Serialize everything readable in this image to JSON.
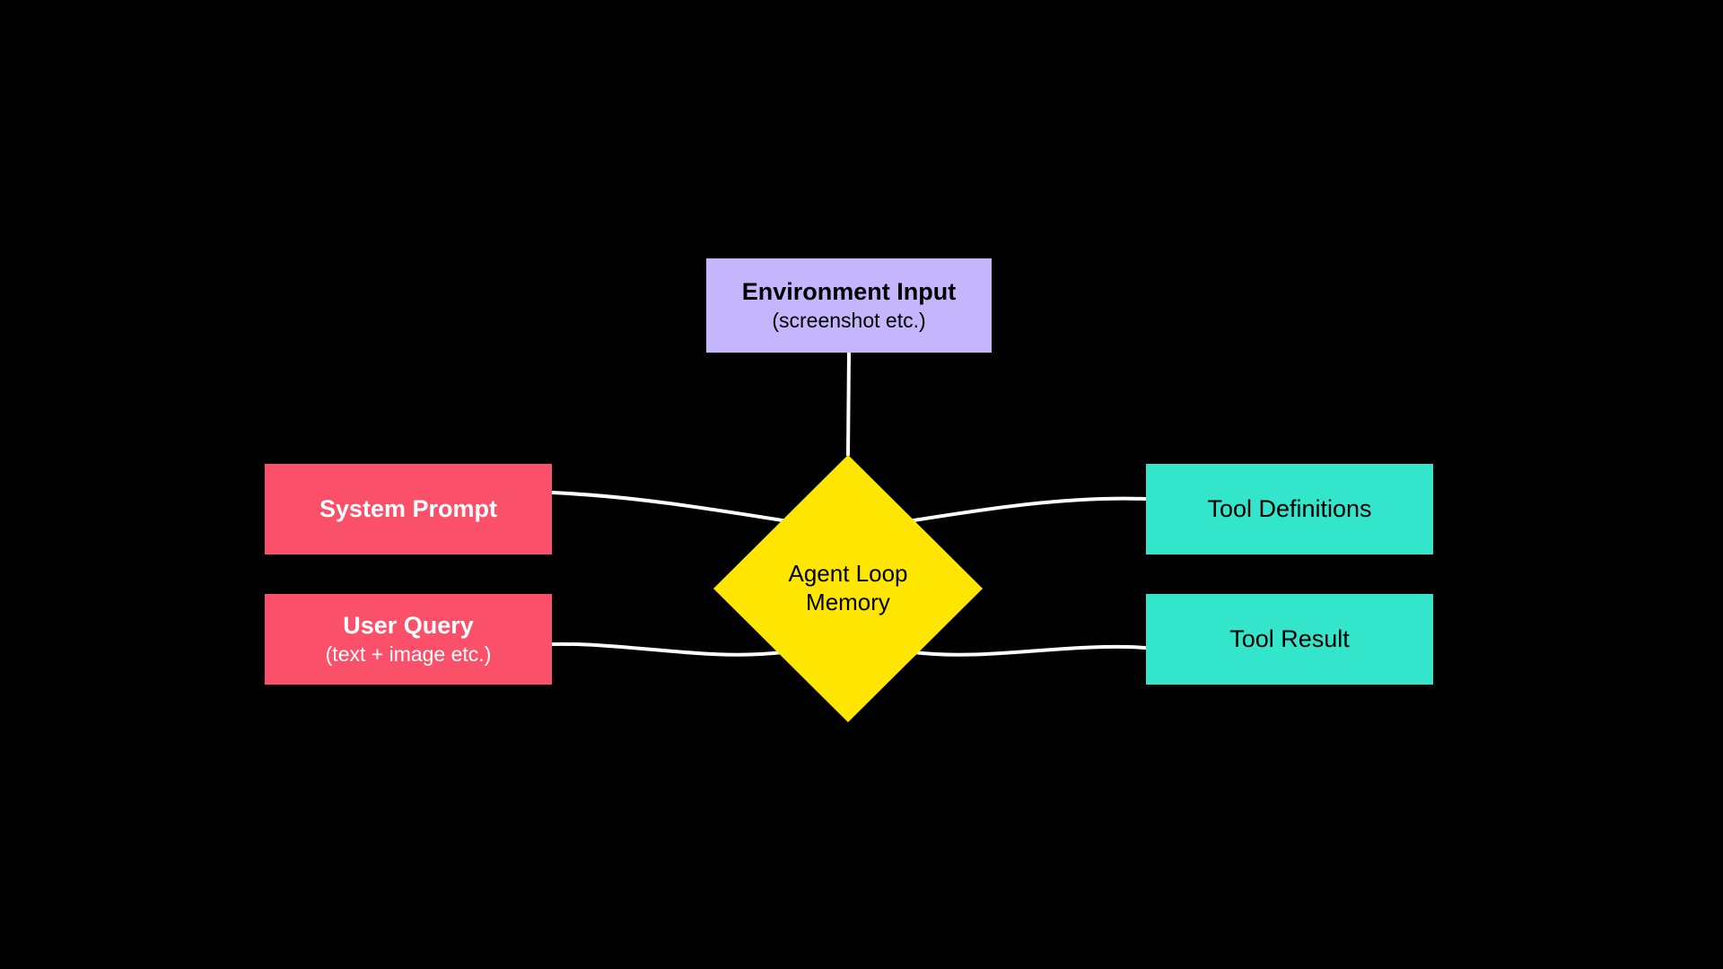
{
  "diagram": {
    "title": "Agent Loop Memory",
    "background_color": "#000000",
    "edge_color": "#FFFFFF"
  },
  "nodes": {
    "environment_input": {
      "title": "Environment Input",
      "subtitle": "(screenshot etc.)",
      "color": "#C4B5FD",
      "text_color": "#000000",
      "shape": "rectangle"
    },
    "system_prompt": {
      "title": "System Prompt",
      "color": "#FB5069",
      "text_color": "#FFFFFF",
      "shape": "rectangle"
    },
    "user_query": {
      "title": "User Query",
      "subtitle": "(text + image etc.)",
      "color": "#FB5069",
      "text_color": "#FFFFFF",
      "shape": "rectangle"
    },
    "tool_definitions": {
      "title": "Tool Definitions",
      "color": "#33E6CB",
      "text_color": "#000000",
      "shape": "rectangle"
    },
    "tool_result": {
      "title": "Tool Result",
      "color": "#33E6CB",
      "text_color": "#000000",
      "shape": "rectangle"
    },
    "agent_loop_memory": {
      "line1": "Agent Loop",
      "line2": "Memory",
      "color": "#FFE600",
      "text_color": "#000000",
      "shape": "diamond"
    }
  },
  "edges": [
    {
      "name": "environment-input-to-agent-loop",
      "from": "environment_input",
      "to": "agent_loop_memory",
      "style": "straight"
    },
    {
      "name": "system-prompt-to-agent-loop",
      "from": "system_prompt",
      "to": "agent_loop_memory",
      "style": "curved"
    },
    {
      "name": "user-query-to-agent-loop",
      "from": "user_query",
      "to": "agent_loop_memory",
      "style": "curved"
    },
    {
      "name": "agent-loop-to-tool-definitions",
      "from": "agent_loop_memory",
      "to": "tool_definitions",
      "style": "curved"
    },
    {
      "name": "agent-loop-to-tool-result",
      "from": "agent_loop_memory",
      "to": "tool_result",
      "style": "curved"
    }
  ]
}
